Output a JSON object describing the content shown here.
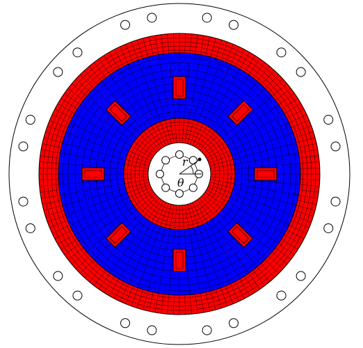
{
  "labels": {
    "r": "r",
    "theta": "θ"
  },
  "colors": {
    "background": "#ffffff",
    "outline": "#000000",
    "mesh": "#000000",
    "red_region": "#ff0000",
    "blue_region": "#0000ff"
  },
  "mesh": {
    "outer_ring_radial_lines": 144,
    "hub_ring_radial_lines": 72,
    "blue_annulus_radial_lines": 72
  },
  "holes": {
    "outer_bolt_count": 24,
    "inner_bolt_count": 8
  },
  "rectangles": {
    "radial_pocket_count": 8
  }
}
